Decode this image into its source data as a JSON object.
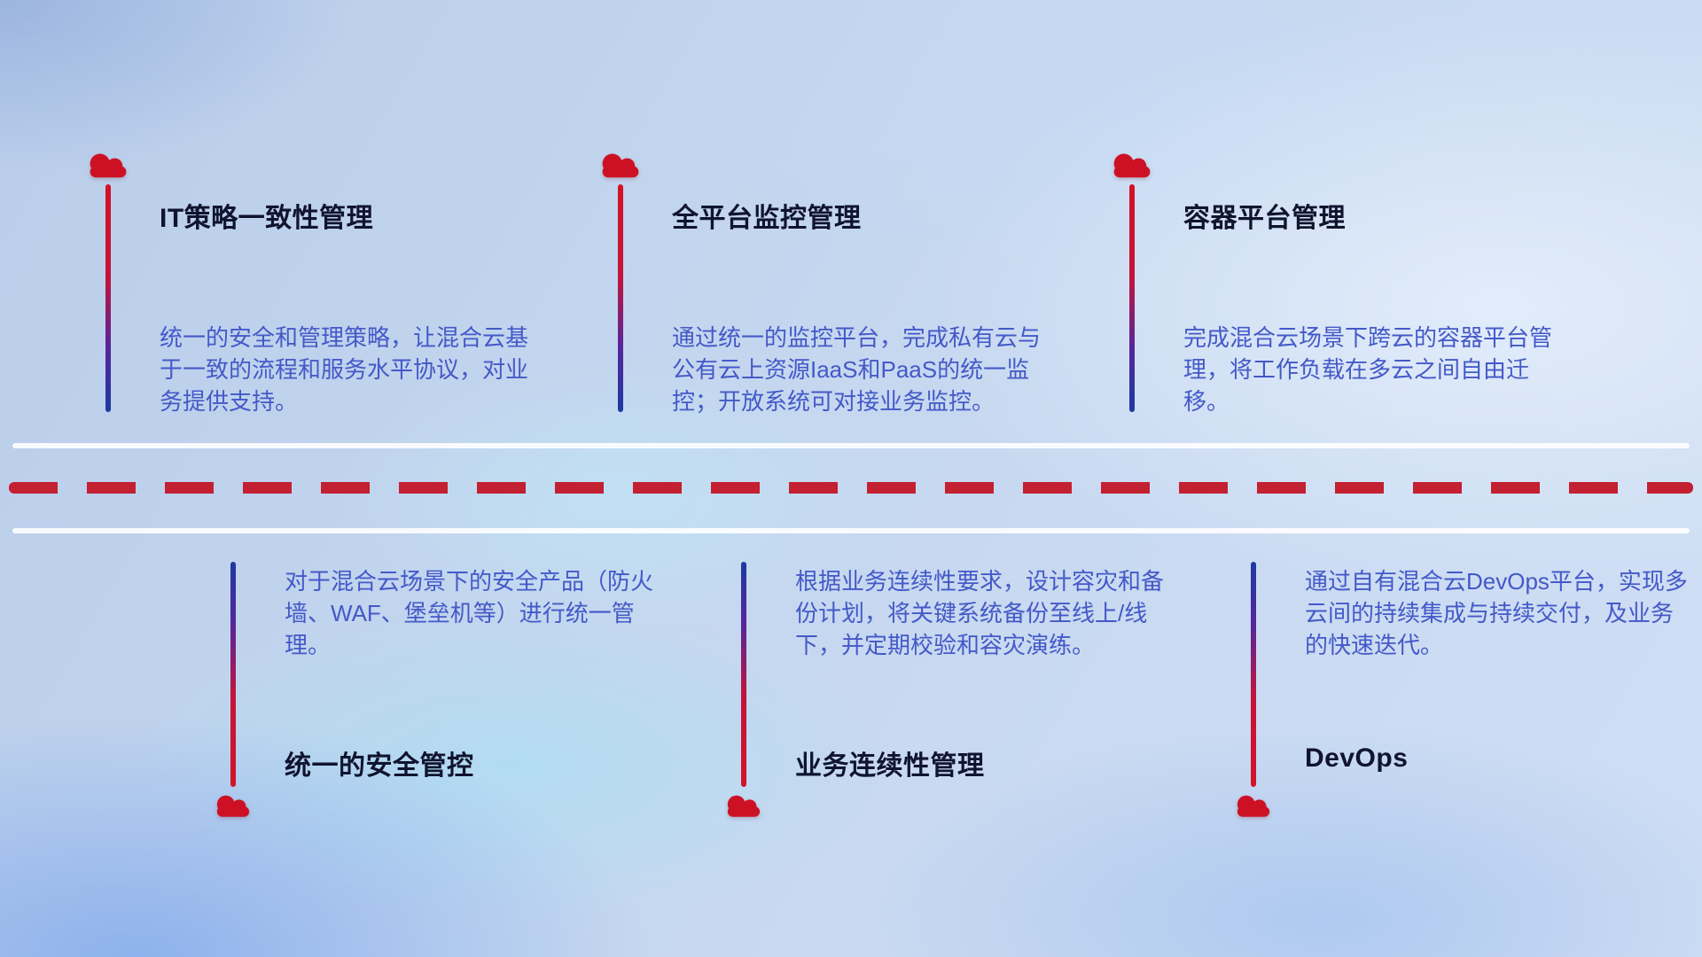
{
  "colors": {
    "cloud_red": "#cd1125",
    "dash_red": "#c32031",
    "pin_red": "#d31326",
    "pin_blue": "#1e3aa0",
    "title_text": "#10142e",
    "body_text": "#4459c8",
    "divider_white": "rgba(255,255,255,0.88)"
  },
  "top_items": [
    {
      "title": "IT策略一致性管理",
      "description": "统一的安全和管理策略，让混合云基于一致的流程和服务水平协议，对业务提供支持。"
    },
    {
      "title": "全平台监控管理",
      "description": "通过统一的监控平台，完成私有云与公有云上资源IaaS和PaaS的统一监控；开放系统可对接业务监控。"
    },
    {
      "title": "容器平台管理",
      "description": "完成混合云场景下跨云的容器平台管理，将工作负载在多云之间自由迁移。"
    }
  ],
  "bottom_items": [
    {
      "title": "统一的安全管控",
      "description": "对于混合云场景下的安全产品（防火墙、WAF、堡垒机等）进行统一管理。"
    },
    {
      "title": "业务连续性管理",
      "description": "根据业务连续性要求，设计容灾和备份计划，将关键系统备份至线上/线下，并定期校验和容灾演练。"
    },
    {
      "title": "DevOps",
      "description": "通过自有混合云DevOps平台，实现多云间的持续集成与持续交付，及业务的快速迭代。"
    }
  ]
}
